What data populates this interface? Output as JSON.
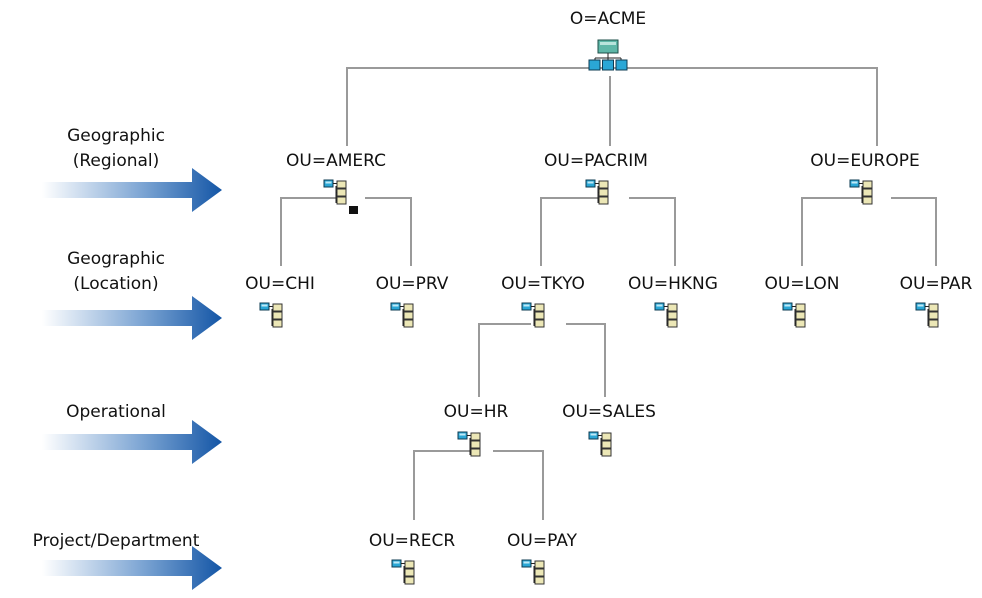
{
  "diagram": {
    "root": {
      "label": "O=ACME",
      "icon": "organization-icon"
    },
    "levels": [
      {
        "label_lines": [
          "Geographic",
          "(Regional)"
        ],
        "arrow": "level-arrow"
      },
      {
        "label_lines": [
          "Geographic",
          "(Location)"
        ],
        "arrow": "level-arrow"
      },
      {
        "label_lines": [
          "Operational"
        ],
        "arrow": "level-arrow"
      },
      {
        "label_lines": [
          "Project/Department"
        ],
        "arrow": "level-arrow"
      }
    ],
    "nodes": {
      "amerc": {
        "label": "OU=AMERC",
        "icon": "organizational-unit-icon"
      },
      "pacrim": {
        "label": "OU=PACRIM",
        "icon": "organizational-unit-icon"
      },
      "europe": {
        "label": "OU=EUROPE",
        "icon": "organizational-unit-icon"
      },
      "chi": {
        "label": "OU=CHI",
        "icon": "organizational-unit-icon"
      },
      "prv": {
        "label": "OU=PRV",
        "icon": "organizational-unit-icon"
      },
      "tkyo": {
        "label": "OU=TKYO",
        "icon": "organizational-unit-icon"
      },
      "hkng": {
        "label": "OU=HKNG",
        "icon": "organizational-unit-icon"
      },
      "lon": {
        "label": "OU=LON",
        "icon": "organizational-unit-icon"
      },
      "par": {
        "label": "OU=PAR",
        "icon": "organizational-unit-icon"
      },
      "hr": {
        "label": "OU=HR",
        "icon": "organizational-unit-icon"
      },
      "sales": {
        "label": "OU=SALES",
        "icon": "organizational-unit-icon"
      },
      "recr": {
        "label": "OU=RECR",
        "icon": "organizational-unit-icon"
      },
      "pay": {
        "label": "OU=PAY",
        "icon": "organizational-unit-icon"
      }
    },
    "colors": {
      "connector": "#9a9a9a",
      "arrow_dark": "#1456a6",
      "arrow_light": "#ffffff",
      "icon_blue": "#2aa7d6",
      "icon_teal": "#5fb7a8",
      "icon_yellow": "#ece7b6"
    }
  }
}
